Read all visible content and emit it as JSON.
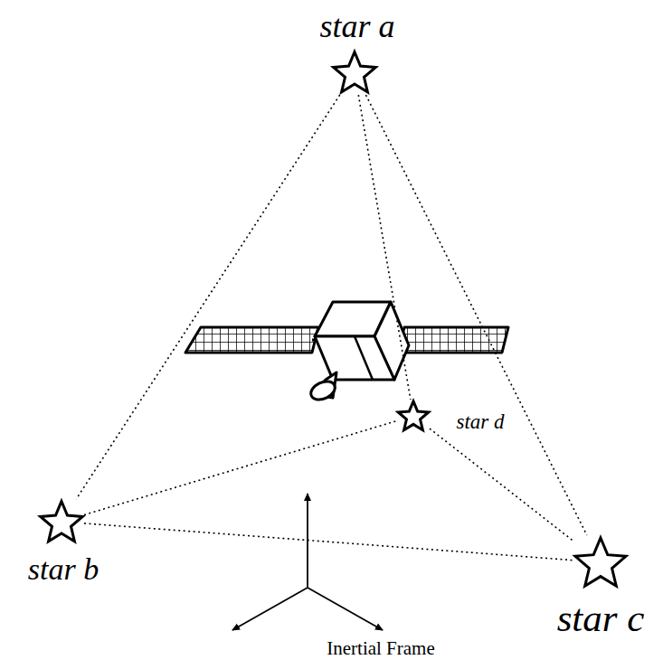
{
  "diagram": {
    "nodes": [
      {
        "text": [
          "star a"
        ]
      },
      {
        "text": [
          "star b"
        ]
      },
      {
        "text": [
          "star c"
        ]
      },
      {
        "text": [
          "star d"
        ]
      }
    ],
    "edges": [
      {
        "from": 0,
        "to": 1,
        "arrow": "none"
      },
      {
        "from": 0,
        "to": 2,
        "arrow": "none"
      },
      {
        "from": 0,
        "to": 3,
        "arrow": "none"
      },
      {
        "from": 1,
        "to": 3,
        "arrow": "none"
      },
      {
        "from": 1,
        "to": 2,
        "arrow": "none"
      },
      {
        "from": 3,
        "to": 2,
        "arrow": "none"
      }
    ],
    "labels": [
      "Inertial Frame"
    ]
  }
}
